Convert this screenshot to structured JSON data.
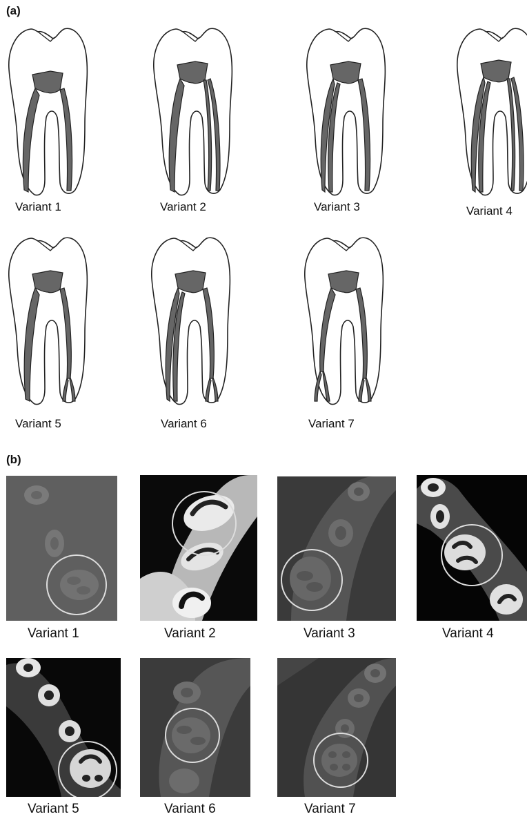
{
  "panels": {
    "a": {
      "label": "(a)",
      "teeth": [
        {
          "label": "Variant 1",
          "canal": "single"
        },
        {
          "label": "Variant 2",
          "canal": "split-distal"
        },
        {
          "label": "Variant 3",
          "canal": "split-mesial"
        },
        {
          "label": "Variant 4",
          "canal": "split-both"
        },
        {
          "label": "Variant 5",
          "canal": "split-apex-mesial"
        },
        {
          "label": "Variant 6",
          "canal": "split-both-apex"
        },
        {
          "label": "Variant 7",
          "canal": "split-apex-both"
        }
      ]
    },
    "b": {
      "label": "(b)",
      "scans": [
        {
          "label": "Variant 1"
        },
        {
          "label": "Variant 2"
        },
        {
          "label": "Variant 3"
        },
        {
          "label": "Variant 4"
        },
        {
          "label": "Variant 5"
        },
        {
          "label": "Variant 6"
        },
        {
          "label": "Variant 7"
        }
      ]
    }
  },
  "colors": {
    "canal_fill": "#666666",
    "outline": "#222222",
    "circle": "#dddddd"
  }
}
